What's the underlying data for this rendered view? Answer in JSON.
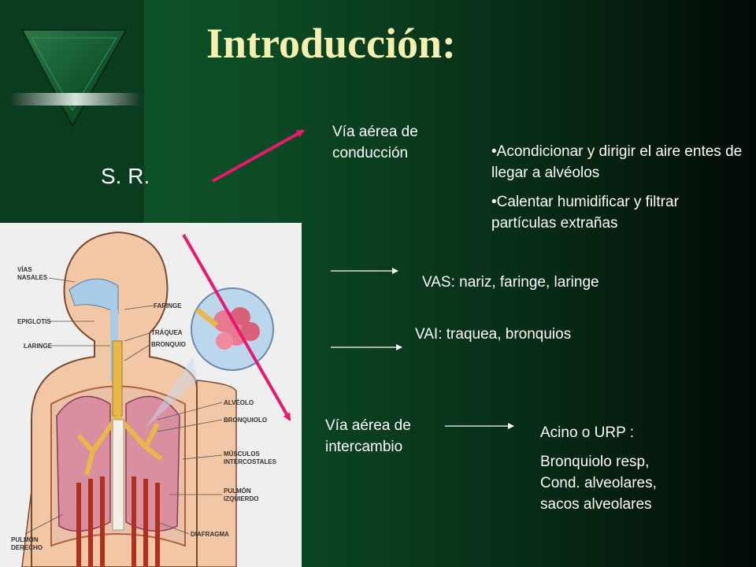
{
  "title": "Introducción:",
  "sr_label": "S. R.",
  "conduction": {
    "heading": [
      "Vía aérea de",
      "conducción"
    ]
  },
  "functions": [
    "•Acondicionar y dirigir el aire entes de llegar a alvéolos",
    "•Calentar humidificar y filtrar partículas extrañas"
  ],
  "vas": "VAS: nariz, faringe, laringe",
  "vai": "VAI: traquea, bronquios",
  "exchange": {
    "heading": [
      "Vía aérea de",
      "intercambio"
    ]
  },
  "acino": {
    "title": "Acino o URP :",
    "lines": [
      "Bronquiolo resp,",
      "Cond. alveolares,",
      "sacos alveolares"
    ]
  },
  "illustration_labels": {
    "vias_nasales": [
      "VÍAS",
      "NASALES"
    ],
    "epiglotis": "EPIGLOTIS",
    "laringe": "LARINGE",
    "faringe": "FARINGE",
    "traquea": "TRÁQUEA",
    "bronquio": "BRONQUIO",
    "alveolo": "ALVÉOLO",
    "bronquiolo": "BRONQUIOLO",
    "musculos": [
      "MÚSCULOS",
      "INTERCOSTALES"
    ],
    "pulmon_izq": [
      "PULMÓN",
      "IZQUIERDO"
    ],
    "pulmon_der": [
      "PULMÓN",
      "DERECHO"
    ],
    "diafragma": "DIAFRAGMA"
  },
  "colors": {
    "title": "#f5f0b0",
    "arrow_magenta": "#e8186e",
    "text": "#ffffff",
    "lung": "#d98fa0",
    "bronchus": "#e8b84a"
  }
}
